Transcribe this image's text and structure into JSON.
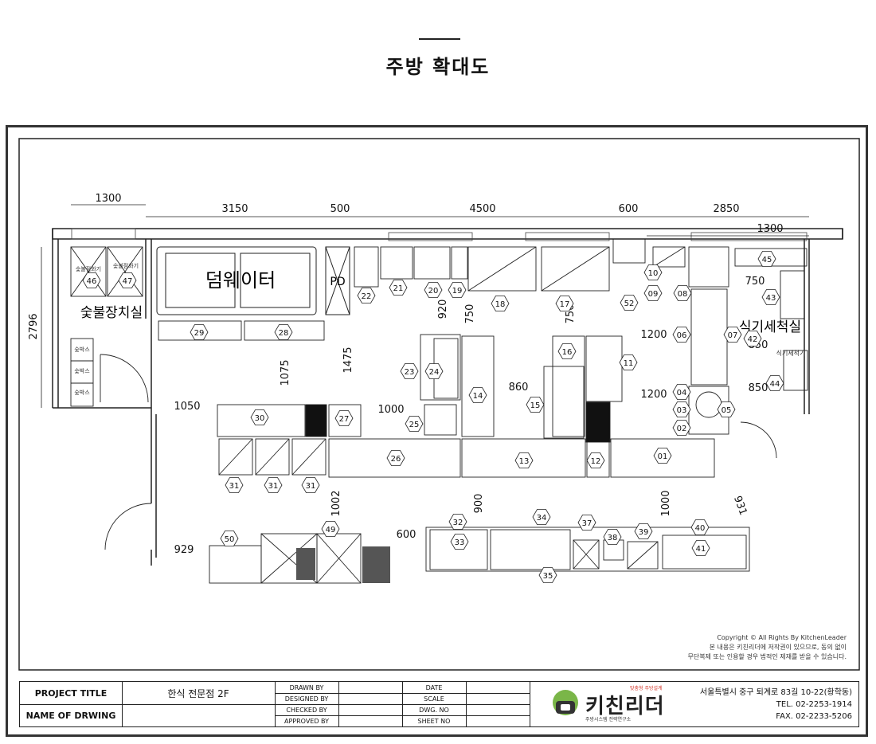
{
  "page": {
    "title": "주방 확대도"
  },
  "rooms": {
    "dumbwaiter": "덤웨이터",
    "pd": "PD",
    "charcoal_room": "숯불장치실",
    "wash_room": "식기세척실",
    "charcoal_box": "숯박스",
    "charcoal_lighter": "숯불점화기",
    "dishwasher": "식기세척기"
  },
  "dimensions": {
    "top_row": [
      "1300",
      "3150",
      "500",
      "4500",
      "600",
      "2850"
    ],
    "top_right": "1300",
    "left": "2796",
    "inner": [
      "1075",
      "1475",
      "920",
      "750",
      "750",
      "1200",
      "1200",
      "750",
      "850",
      "850",
      "1050",
      "1000",
      "860",
      "1002",
      "900",
      "1000",
      "931",
      "600",
      "929"
    ]
  },
  "tags": [
    "01",
    "02",
    "03",
    "04",
    "05",
    "06",
    "07",
    "08",
    "09",
    "10",
    "11",
    "12",
    "13",
    "14",
    "15",
    "16",
    "17",
    "18",
    "19",
    "20",
    "21",
    "22",
    "23",
    "24",
    "25",
    "26",
    "27",
    "28",
    "29",
    "30",
    "31",
    "31",
    "31",
    "32",
    "33",
    "34",
    "35",
    "37",
    "38",
    "39",
    "40",
    "41",
    "42",
    "43",
    "44",
    "45",
    "46",
    "47",
    "49",
    "50",
    "52"
  ],
  "copyright": {
    "line1": "Copyright © All Rights By KitchenLeader",
    "line2": "본 내용은 키친리더에 저작권이 있으므로, 동의 없이",
    "line3": "무단복제 또는 인용할 경우 법적인 제재를 받을 수 있습니다."
  },
  "title_block": {
    "project_title_label": "PROJECT TITLE",
    "drawing_name_label": "NAME OF DRWING",
    "project_title_value": "한식 전문점 2F",
    "drawn_by": "DRAWN BY",
    "designed_by": "DESIGNED BY",
    "checked_by": "CHECKED BY",
    "approved_by": "APPROVED BY",
    "date": "DATE",
    "scale": "SCALE",
    "dwg_no": "DWG. NO",
    "sheet_no": "SHEET NO"
  },
  "company": {
    "logo_text": "키친리더",
    "slogan": "맞춤형 주방설계",
    "sub": "주방시스템 전략연구소",
    "address": "서울특별시 중구 퇴계로 83길 10-22(황학동)",
    "tel": "TEL. 02-2253-1914",
    "fax": "FAX. 02-2233-5206",
    "brand_color": "#7ab648"
  }
}
